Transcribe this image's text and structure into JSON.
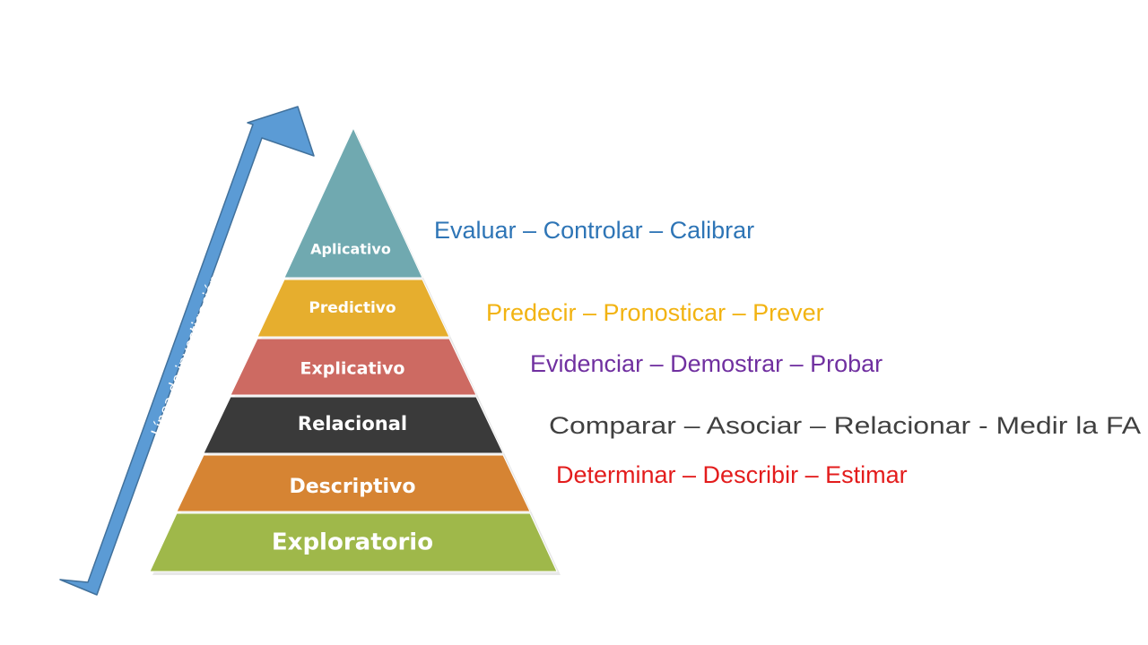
{
  "arrow": {
    "label": "Línea de investigación",
    "color": "#5B9BD5",
    "stroke": "#41719C"
  },
  "pyramid": {
    "levels": [
      {
        "id": "aplicativo",
        "label": "Aplicativo",
        "color": "#70A9B0"
      },
      {
        "id": "predictivo",
        "label": "Predictivo",
        "color": "#E6AE2E"
      },
      {
        "id": "explicativo",
        "label": "Explicativo",
        "color": "#CD6A62"
      },
      {
        "id": "relacional",
        "label": "Relacional",
        "color": "#3A3A3A"
      },
      {
        "id": "descriptivo",
        "label": "Descriptivo",
        "color": "#D68433"
      },
      {
        "id": "exploratorio",
        "label": "Exploratorio",
        "color": "#9FB84A"
      }
    ]
  },
  "verbs": [
    {
      "id": "aplicativo",
      "text": "Evaluar – Controlar – Calibrar",
      "color": "#2E75B6"
    },
    {
      "id": "predictivo",
      "text": "Predecir – Pronosticar – Prever",
      "color": "#F2B311"
    },
    {
      "id": "explicativo",
      "text": "Evidenciar – Demostrar – Probar",
      "color": "#7030A0"
    },
    {
      "id": "relacional",
      "text": "Comparar – Asociar – Relacionar - Medir la FA",
      "color": "#404040"
    },
    {
      "id": "descriptivo",
      "text": "Determinar – Describir – Estimar",
      "color": "#E31C1C"
    }
  ]
}
